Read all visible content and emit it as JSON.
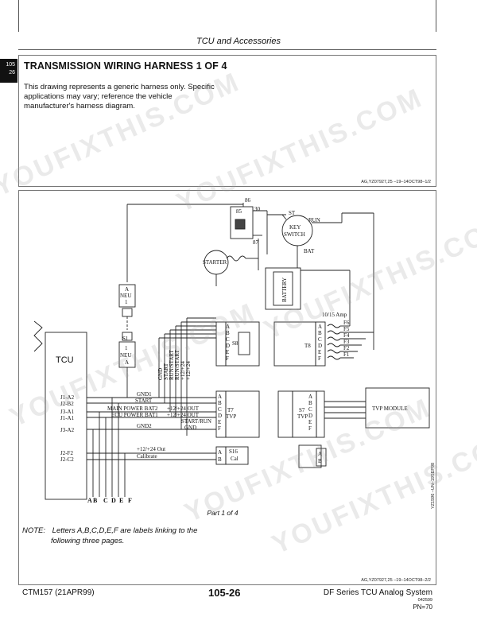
{
  "header": {
    "section": "TCU and Accessories"
  },
  "tab": {
    "line1": "105",
    "line2": "26"
  },
  "intro": {
    "title": "TRANSMISSION WIRING HARNESS 1 OF 4",
    "description": "This drawing represents a generic harness only. Specific applications may vary; reference the vehicle manufacturer's harness diagram.",
    "ref": "AG,YZ07927,25    –19–14OCT98–1/2"
  },
  "diagram": {
    "relay_pins": [
      "86",
      "85",
      "30",
      "87"
    ],
    "st": "ST",
    "run": "RUN",
    "key_switch": [
      "KEY",
      "SWITCH"
    ],
    "bat": "BAT",
    "starter": "STARTER",
    "battery": "BATTERY",
    "neu_top": [
      "A",
      "NEU",
      "1"
    ],
    "neu_bottom": [
      "1",
      "NEU",
      "A"
    ],
    "s1": "S1",
    "fuse_label": "10/15 Amp",
    "fuse_labels": [
      "F6",
      "F5",
      "F4",
      "F3",
      "F2",
      "F1"
    ],
    "tcu": "TCU",
    "tcu_pins": [
      "J1-A2",
      "J2-B2",
      "J3-A1",
      "J1-A1",
      "J3-A2",
      "J2-F2",
      "J2-C2"
    ],
    "s8_pins": [
      "A",
      "B",
      "C",
      "D",
      "E",
      "F"
    ],
    "s8": "S8",
    "t8_pins": [
      "A",
      "B",
      "C",
      "D",
      "E",
      "F"
    ],
    "t8": "T8",
    "vertical_labels": [
      "GND",
      "START",
      "RUN/START",
      "RUN/START",
      "+12/+24",
      "+12/+24"
    ],
    "wires": [
      "GND1",
      "START",
      "MAIN POWER BAT2",
      "+12/+24 OUT",
      "ECU POWER BAT1",
      "+12/+24 OUT",
      "START/RUN",
      "GND2",
      "GND"
    ],
    "t7_pins": [
      "A",
      "B",
      "C",
      "D",
      "E",
      "F"
    ],
    "t7": [
      "T7",
      "TVP"
    ],
    "s7_pins": [
      "A",
      "B",
      "C",
      "D",
      "E",
      "F"
    ],
    "s7": [
      "S7",
      "TVP"
    ],
    "tvp_module": "TVP MODULE",
    "cal_wires": [
      "+12/+24 Out",
      "Calibrate"
    ],
    "s16": [
      "S16",
      "Cal"
    ],
    "s16_pins": [
      "A",
      "B"
    ],
    "t16_pins": [
      "A",
      "B"
    ],
    "link_letters": [
      "A",
      "B",
      "C",
      "D",
      "E",
      "F"
    ],
    "side_ref": "YZ1596   –UN–19SEP98",
    "part": "Part 1 of 4"
  },
  "note": {
    "label": "NOTE:",
    "line1": "Letters A,B,C,D,E,F are labels linking to the",
    "line2": "following three pages."
  },
  "bottom_ref": "AG,YZ07927,25    –19–14OCT98–2/2",
  "footer": {
    "left": "CTM157 (21APR99)",
    "center": "105-26",
    "right": "DF Series TCU Analog System",
    "date": "042599",
    "pn": "PN=70"
  },
  "watermark": "YOUFIXTHIS.COM"
}
